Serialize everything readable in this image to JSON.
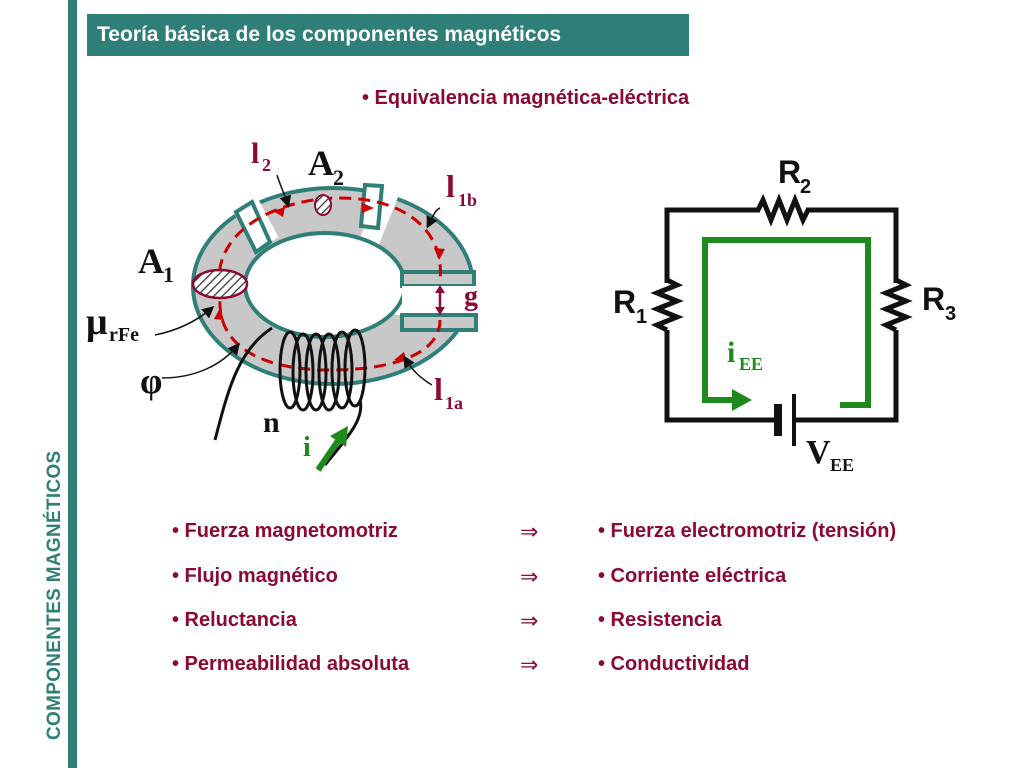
{
  "sidebar": {
    "title": "COMPONENTES MAGNÉTICOS"
  },
  "header": {
    "title": "Teoría básica de los componentes magnéticos"
  },
  "subtitle": "• Equivalencia magnética-eléctrica",
  "magnetic_labels": {
    "l2": "l",
    "l2_sub": "2",
    "A2": "A",
    "A2_sub": "2",
    "l1b": "l",
    "l1b_sub": "1b",
    "A1": "A",
    "A1_sub": "1",
    "g": "g",
    "mu": "μ",
    "mu_sub": "rFe",
    "phi": "φ",
    "l1a": "l",
    "l1a_sub": "1a",
    "n": "n",
    "i": "i"
  },
  "circuit_labels": {
    "R2": "R",
    "R2_sub": "2",
    "R1": "R",
    "R1_sub": "1",
    "R3": "R",
    "R3_sub": "3",
    "iEE": "i",
    "iEE_sub": "EE",
    "VEE": "V",
    "VEE_sub": "EE"
  },
  "equivalences": [
    {
      "magnetic": "• Fuerza magnetomotriz",
      "arrow": "⇒",
      "electric": "• Fuerza electromotriz (tensión)"
    },
    {
      "magnetic": "• Flujo magnético",
      "arrow": "⇒",
      "electric": "• Corriente eléctrica"
    },
    {
      "magnetic": "• Reluctancia",
      "arrow": "⇒",
      "electric": "• Resistencia"
    },
    {
      "magnetic": "• Permeabilidad absoluta",
      "arrow": "⇒",
      "electric": "• Conductividad"
    }
  ],
  "colors": {
    "teal": "#2f7f78",
    "maroon": "#8b0a32",
    "green": "#1e8a1e",
    "core_gray": "#c8c8c8"
  }
}
